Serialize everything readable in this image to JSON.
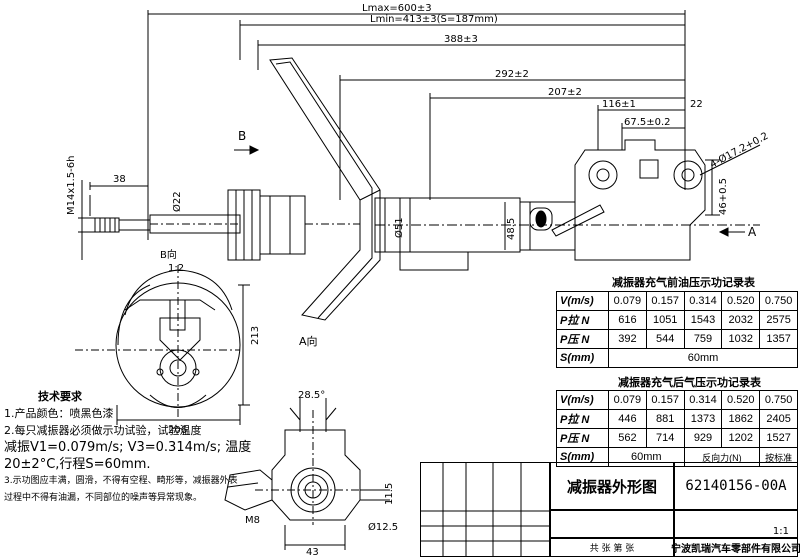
{
  "dims": {
    "lmax": "Lmax=600±3",
    "lmin": "Lmin=413±3(S=187mm)",
    "d388": "388±3",
    "d292": "292±2",
    "d207": "207±2",
    "d116": "116±1",
    "d22": "22",
    "d67": "67.5±0.2",
    "hole": "4-Ø17.2+0.2",
    "d46": "46+0.5",
    "thread": "M14x1.5-6h",
    "d38": "38",
    "dia22": "Ø22",
    "dia51": "Ø51",
    "d485": "48.5",
    "viewA": "A",
    "viewB": "B",
    "b_view_note": "B向",
    "scale_half": "1:2",
    "a_view": "A向",
    "d206": "206",
    "d213": "213",
    "angle": "28.5°",
    "m8": "M8",
    "dia125": "Ø12.5",
    "d43": "43",
    "d115": "11.5"
  },
  "table1": {
    "title": "减振器充气前油压示功记录表",
    "v_label": "V(m/s)",
    "f1_label": "P拉 N",
    "f2_label": "P压 N",
    "s_label": "S(mm)",
    "v": [
      "0.079",
      "0.157",
      "0.314",
      "0.520",
      "0.750"
    ],
    "f1": [
      "616",
      "1051",
      "1543",
      "2032",
      "2575"
    ],
    "f2": [
      "392",
      "544",
      "759",
      "1032",
      "1357"
    ],
    "s": "60mm"
  },
  "table2": {
    "title": "减振器充气后气压示功记录表",
    "v_label": "V(m/s)",
    "f1_label": "P拉 N",
    "f2_label": "P压 N",
    "s_label": "S(mm)",
    "v": [
      "0.079",
      "0.157",
      "0.314",
      "0.520",
      "0.750"
    ],
    "f1": [
      "446",
      "881",
      "1373",
      "1862",
      "2405"
    ],
    "f2": [
      "562",
      "714",
      "929",
      "1202",
      "1527"
    ],
    "s": "60mm",
    "force_label": "反向力(N)",
    "force_val": "按标准"
  },
  "tech": {
    "title": "技术要求",
    "line1": "1.产品颜色：喷黑色漆",
    "line2": "2.每只减振器必须做示功试验，试验温度",
    "line3": "减振V1=0.079m/s; V3=0.314m/s; 温度",
    "line4": "20±2°C,行程S=60mm.",
    "line5": "3.示功图应丰满，圆滑，不得有空程、畸形等，减振器外表",
    "line6": "过程中不得有油漏，不同部位的噪声等异常现象。"
  },
  "titleblock": {
    "name": "减振器外形图",
    "part_no": "62140156-00A",
    "company": "宁波凯瑞汽车零部件有限公司",
    "scale": "1:1",
    "sheet": "共  张   第  张"
  }
}
